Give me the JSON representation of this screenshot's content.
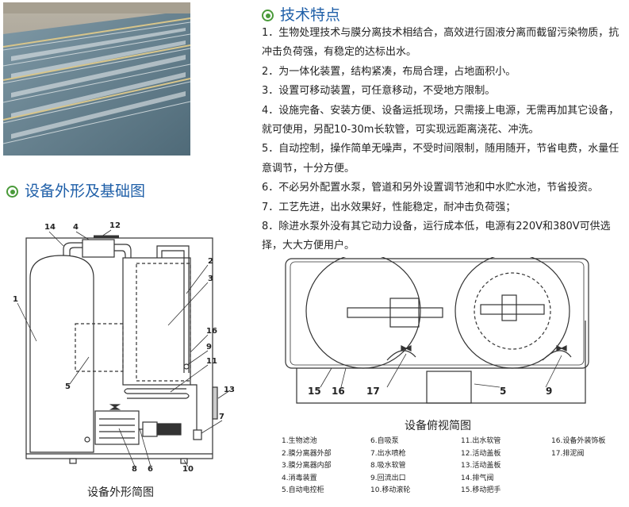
{
  "features": {
    "title": "技术特点",
    "items": [
      "1．生物处理技术与膜分离技术相结合，高效进行固液分离而截留污染物质，抗冲击负荷强，有稳定的达标出水。",
      "2．为一体化装置，结构紧凑，布局合理，占地面积小。",
      "3．设置可移动装置，可任意移动，不受地方限制。",
      "4．设施完备、安装方便、设备运抵现场，只需接上电源，无需再加其它设备，就可使用，另配10-30m长软管，可实现远距离浇花、冲洗。",
      "5．自动控制，操作简单无噪声，不受时间限制，随用随开，节省电费，水量任意调节，十分方便。",
      "6．不必另外配置水泵，管道和另外设置调节池和中水贮水池，节省投资。",
      "7．工艺先进，出水效果好，性能稳定，耐冲击负荷强；",
      "8．除进水泵外没有其它动力设备，运行成本低，电源有220V和380V可供选择，大大方便用户。"
    ]
  },
  "exterior": {
    "title": "设备外形及基础图",
    "caption": "设备外形简图",
    "labels": [
      "14",
      "4",
      "12",
      "1",
      "2",
      "3",
      "16",
      "9",
      "11",
      "5",
      "13",
      "7",
      "8",
      "6",
      "10"
    ]
  },
  "top_view": {
    "caption": "设备俯视简图",
    "labels": [
      "15",
      "16",
      "17",
      "5",
      "9"
    ]
  },
  "legend": [
    [
      "1.生物滤池",
      "6.自吸泵",
      "11.出水软管",
      "16.设备外装饰板"
    ],
    [
      "2.膜分离器外部",
      "7.出水喷枪",
      "12.活动盖板",
      "17.排泥阀"
    ],
    [
      "3.膜分离器内部",
      "8.吸水软管",
      "13.活动盖板",
      ""
    ],
    [
      "4.消毒装置",
      "9.回流出口",
      "14.排气阀",
      ""
    ],
    [
      "5.自动电控柜",
      "10.移动滚轮",
      "15.移动把手",
      ""
    ]
  ],
  "colors": {
    "title_blue": "#1f5fa8",
    "ring_green": "#4a9a3a"
  }
}
